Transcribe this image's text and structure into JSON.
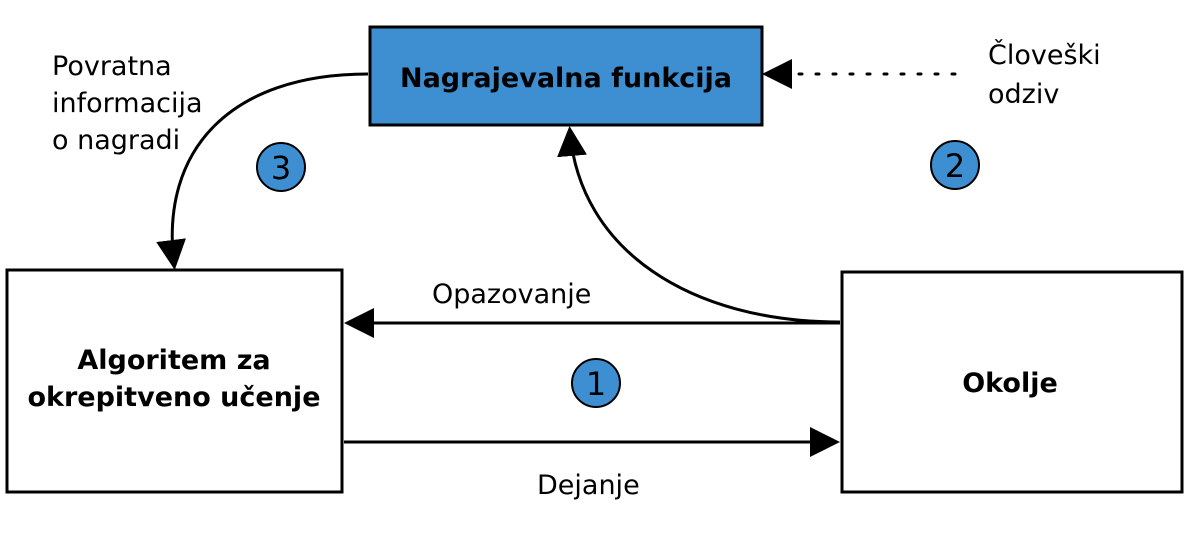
{
  "boxes": {
    "reward_function": "Nagrajevalna funkcija",
    "rl_algorithm_line1": "Algoritem za",
    "rl_algorithm_line2": "okrepitveno učenje",
    "environment": "Okolje"
  },
  "labels": {
    "human_feedback_line1": "Človeški",
    "human_feedback_line2": "odziv",
    "reward_feedback_line1": "Povratna",
    "reward_feedback_line2": "informacija",
    "reward_feedback_line3": "o nagradi",
    "observation": "Opazovanje",
    "action": "Dejanje"
  },
  "badges": {
    "one": "1",
    "two": "2",
    "three": "3"
  },
  "colors": {
    "reward_box_fill": "#3d8fd1",
    "badge_fill": "#3d8fd1",
    "stroke": "#000000"
  }
}
